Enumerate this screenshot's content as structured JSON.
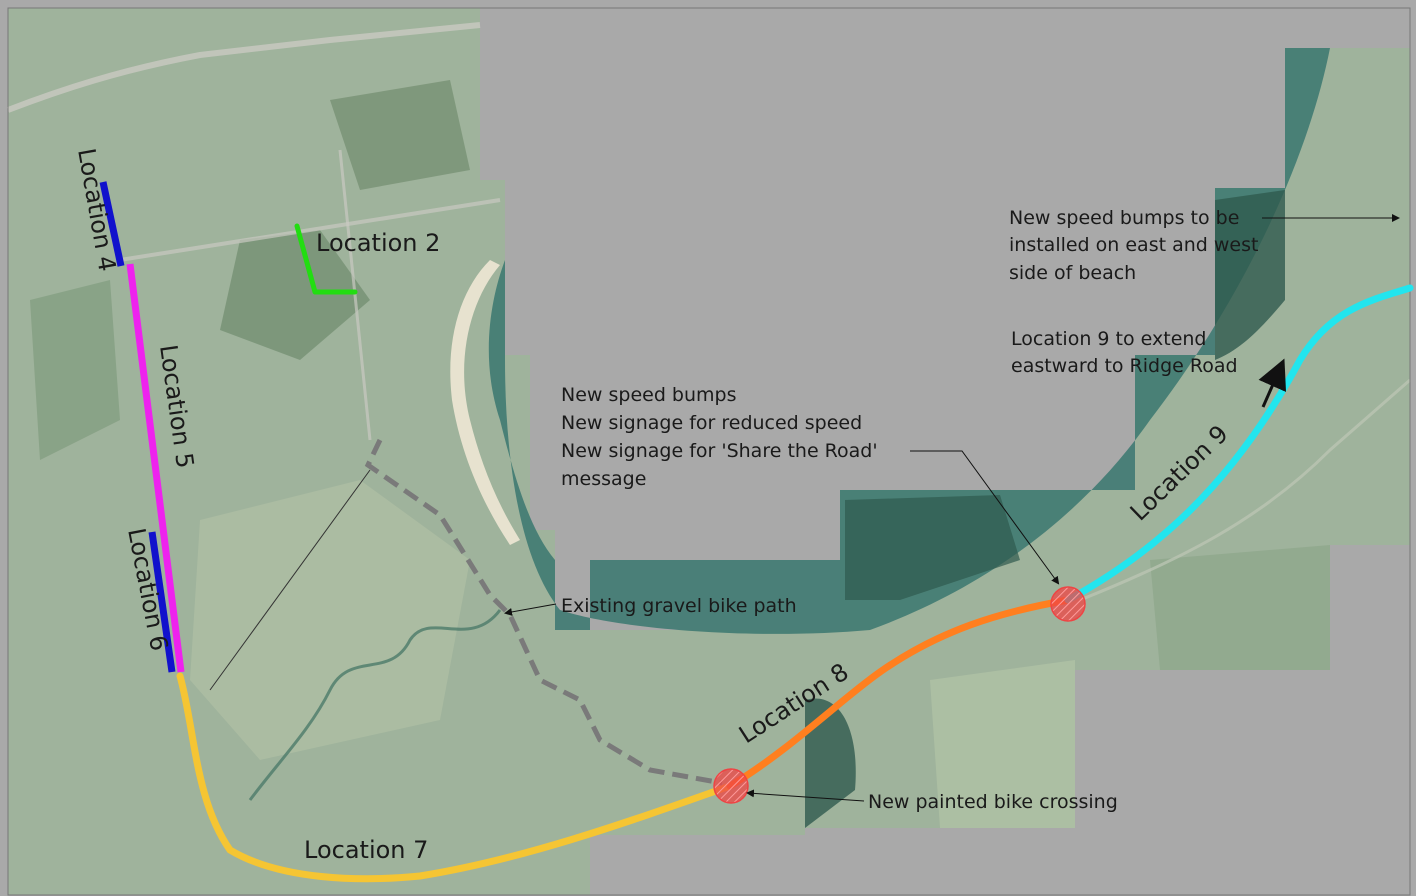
{
  "colors": {
    "background": "#a9a9a9",
    "aerial_light": "#9fb39c",
    "aerial_dark": "#2f5a4f",
    "water": "#3f7a72",
    "location_2": "#22dd11",
    "location_4": "#1111cc",
    "location_5": "#ee22ee",
    "location_6": "#1111cc",
    "location_7": "#f5c533",
    "location_8": "#ff7f1f",
    "location_9": "#22e5ee",
    "gravel_path": "#7a7a7a",
    "crossing": "#ee4444"
  },
  "locations": {
    "loc2": "Location 2",
    "loc4": "Location 4",
    "loc5": "Location 5",
    "loc6": "Location 6",
    "loc7": "Location 7",
    "loc8": "Location 8",
    "loc9": "Location 9"
  },
  "annotations": {
    "speed_bumps_beach": [
      "New speed bumps to be",
      "installed on east and west",
      "side of beach"
    ],
    "location9_extend": [
      "Location 9 to extend",
      "eastward to Ridge Road"
    ],
    "center_note": [
      "New speed bumps",
      "New signage for reduced speed",
      "New signage for 'Share the Road'",
      "message"
    ],
    "gravel_path": "Existing gravel bike path",
    "bike_crossing": "New painted bike crossing"
  },
  "icons": [
    "bike-crossing-marker-icon",
    "arrow-icon"
  ]
}
